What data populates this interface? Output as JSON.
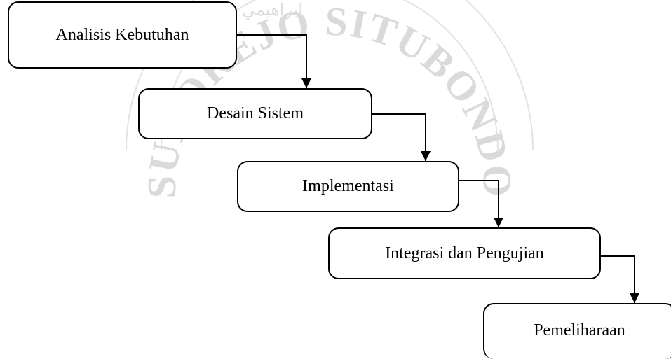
{
  "diagram": {
    "stages": [
      {
        "id": "analisis",
        "label": "Analisis Kebutuhan"
      },
      {
        "id": "desain",
        "label": "Desain Sistem"
      },
      {
        "id": "implementasi",
        "label": "Implementasi"
      },
      {
        "id": "integrasi",
        "label": "Integrasi dan Pengujian"
      },
      {
        "id": "pemeliharaan",
        "label": "Pemeliharaan"
      }
    ],
    "connections": [
      {
        "from": "analisis",
        "to": "desain"
      },
      {
        "from": "desain",
        "to": "implementasi"
      },
      {
        "from": "implementasi",
        "to": "integrasi"
      },
      {
        "from": "integrasi",
        "to": "pemeliharaan"
      }
    ]
  },
  "watermark": {
    "arabic_text": "إبراهيمي",
    "latin_text": "SUKOREJO SITUBONDO",
    "color": "#d9d9d9"
  },
  "colors": {
    "line": "#000000",
    "box_border": "#000000",
    "text": "#000000",
    "background": "#ffffff"
  }
}
